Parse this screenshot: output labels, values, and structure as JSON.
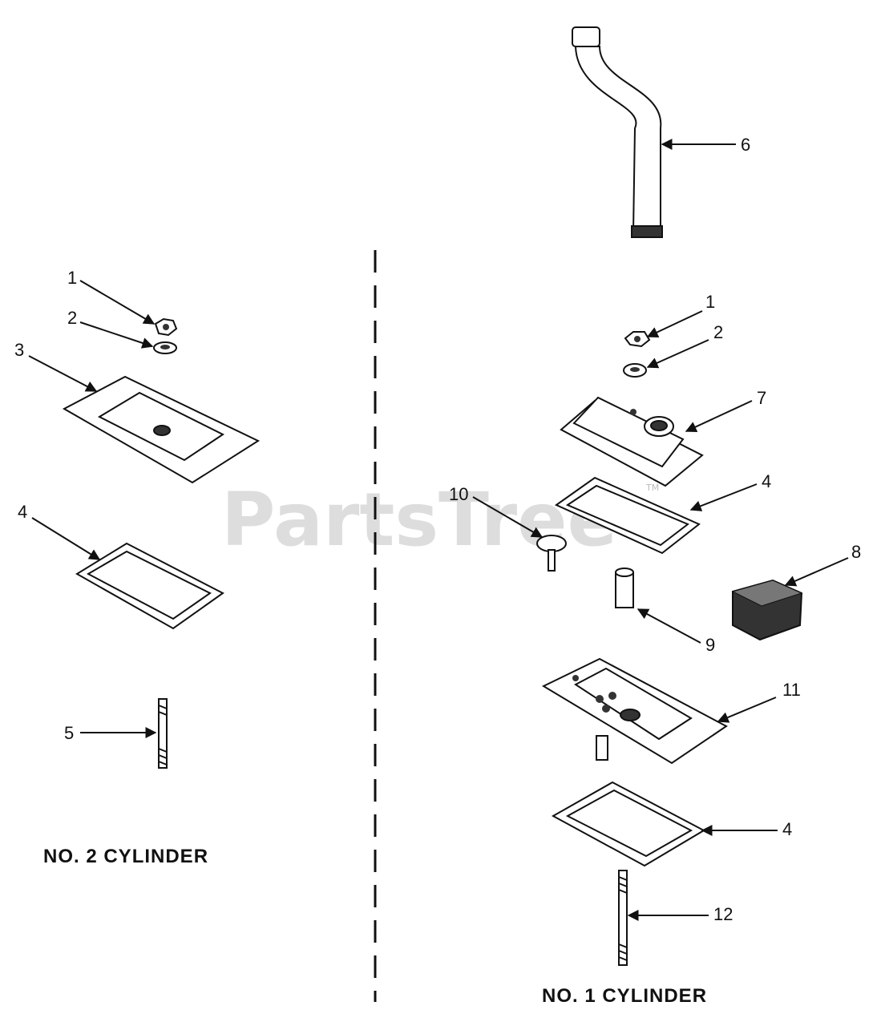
{
  "watermark": {
    "text": "PartsTree",
    "tm": "TM"
  },
  "sections": {
    "left_title": "NO. 2 CYLINDER",
    "right_title": "NO. 1 CYLINDER"
  },
  "callouts": {
    "left": [
      "1",
      "2",
      "3",
      "4",
      "5"
    ],
    "right": [
      "6",
      "1",
      "2",
      "7",
      "4",
      "10",
      "8",
      "9",
      "11",
      "4",
      "12"
    ]
  }
}
